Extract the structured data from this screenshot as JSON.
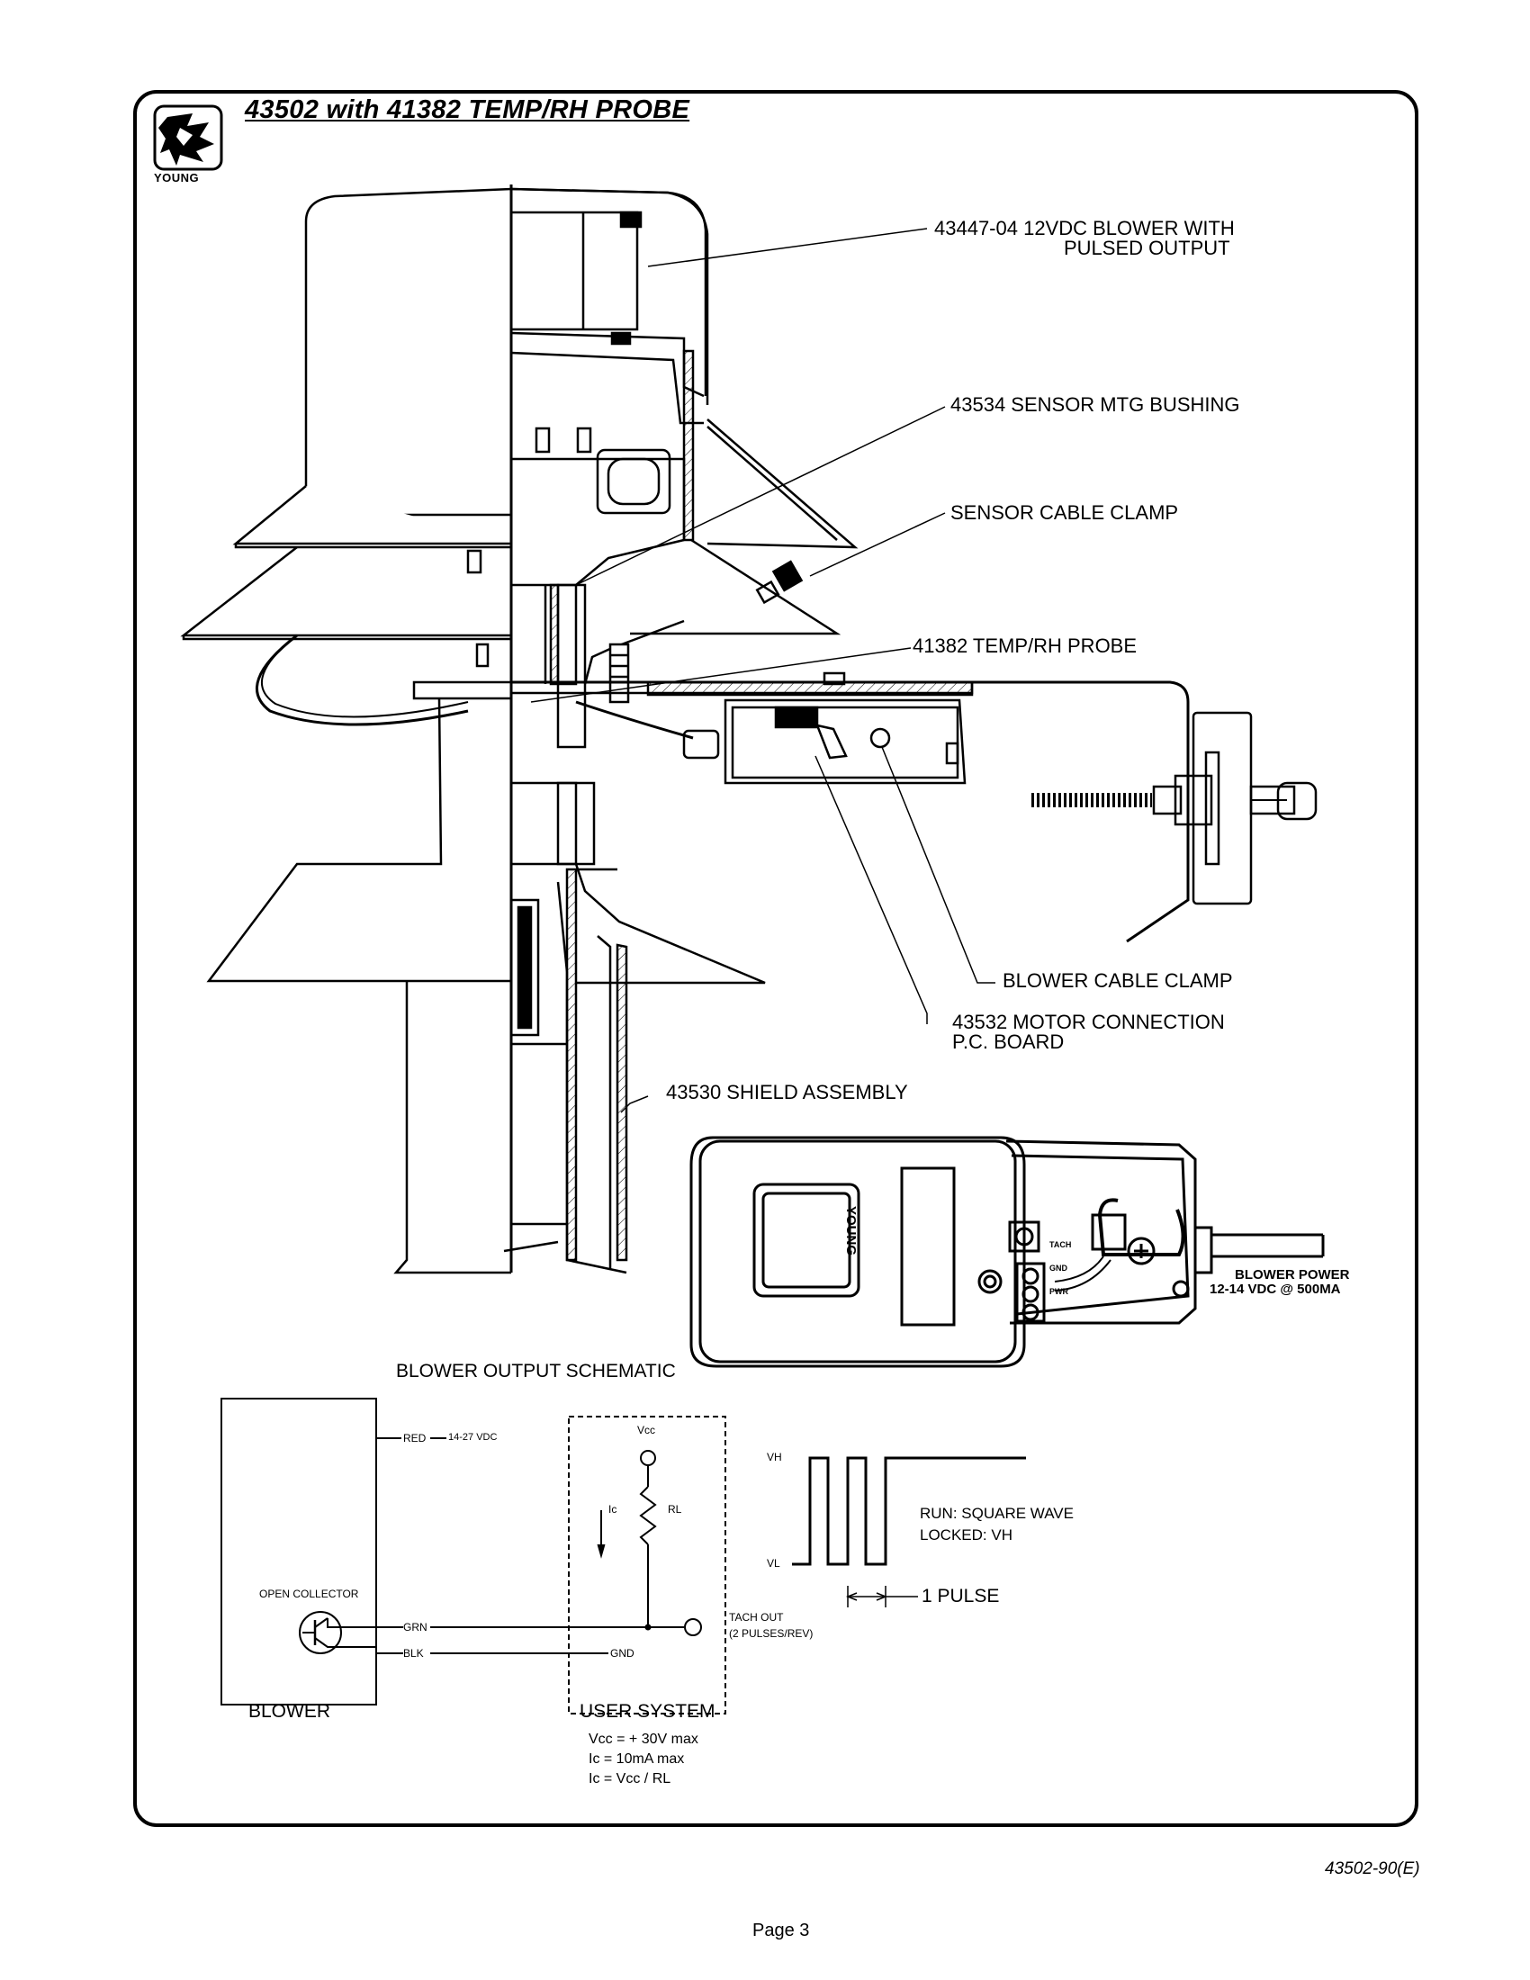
{
  "title": "43502 with 41382 TEMP/RH PROBE",
  "logo": {
    "brand": "YOUNG"
  },
  "callouts": {
    "blower_line1": "43447-04 12VDC BLOWER WITH",
    "blower_line2": "PULSED OUTPUT",
    "mtg_bushing": "43534 SENSOR MTG BUSHING",
    "cable_clamp": "SENSOR CABLE CLAMP",
    "probe": "41382 TEMP/RH PROBE",
    "blower_cable_clamp": "BLOWER CABLE CLAMP",
    "motor_pcb_line1": "43532 MOTOR CONNECTION",
    "motor_pcb_line2": "P.C. BOARD",
    "shield": "43530 SHIELD ASSEMBLY"
  },
  "junction_box": {
    "logo_text": "YOUNG",
    "terminals": [
      "TACH",
      "GND",
      "PWR"
    ],
    "power_line1": "BLOWER POWER",
    "power_line2": "12-14 VDC @ 500MA"
  },
  "schematic": {
    "title": "BLOWER OUTPUT SCHEMATIC",
    "red": "RED",
    "vdc": "14-27 VDC",
    "open_collector": "OPEN COLLECTOR",
    "grn": "GRN",
    "blk": "BLK",
    "vcc": "Vcc",
    "ic": "Ic",
    "rl": "RL",
    "gnd": "GND",
    "tach_out": "TACH OUT",
    "pulses_rev": "(2 PULSES/REV)",
    "vh": "VH",
    "vl": "VL",
    "run": "RUN: SQUARE WAVE",
    "locked": "LOCKED: VH",
    "one_pulse": "1 PULSE",
    "blower_label": "BLOWER",
    "user_system": "USER SYSTEM",
    "spec1": "Vcc = + 30V max",
    "spec2": "Ic = 10mA max",
    "spec3": "Ic = Vcc / RL"
  },
  "doc_number": "43502-90(E)",
  "page_label": "Page 3"
}
